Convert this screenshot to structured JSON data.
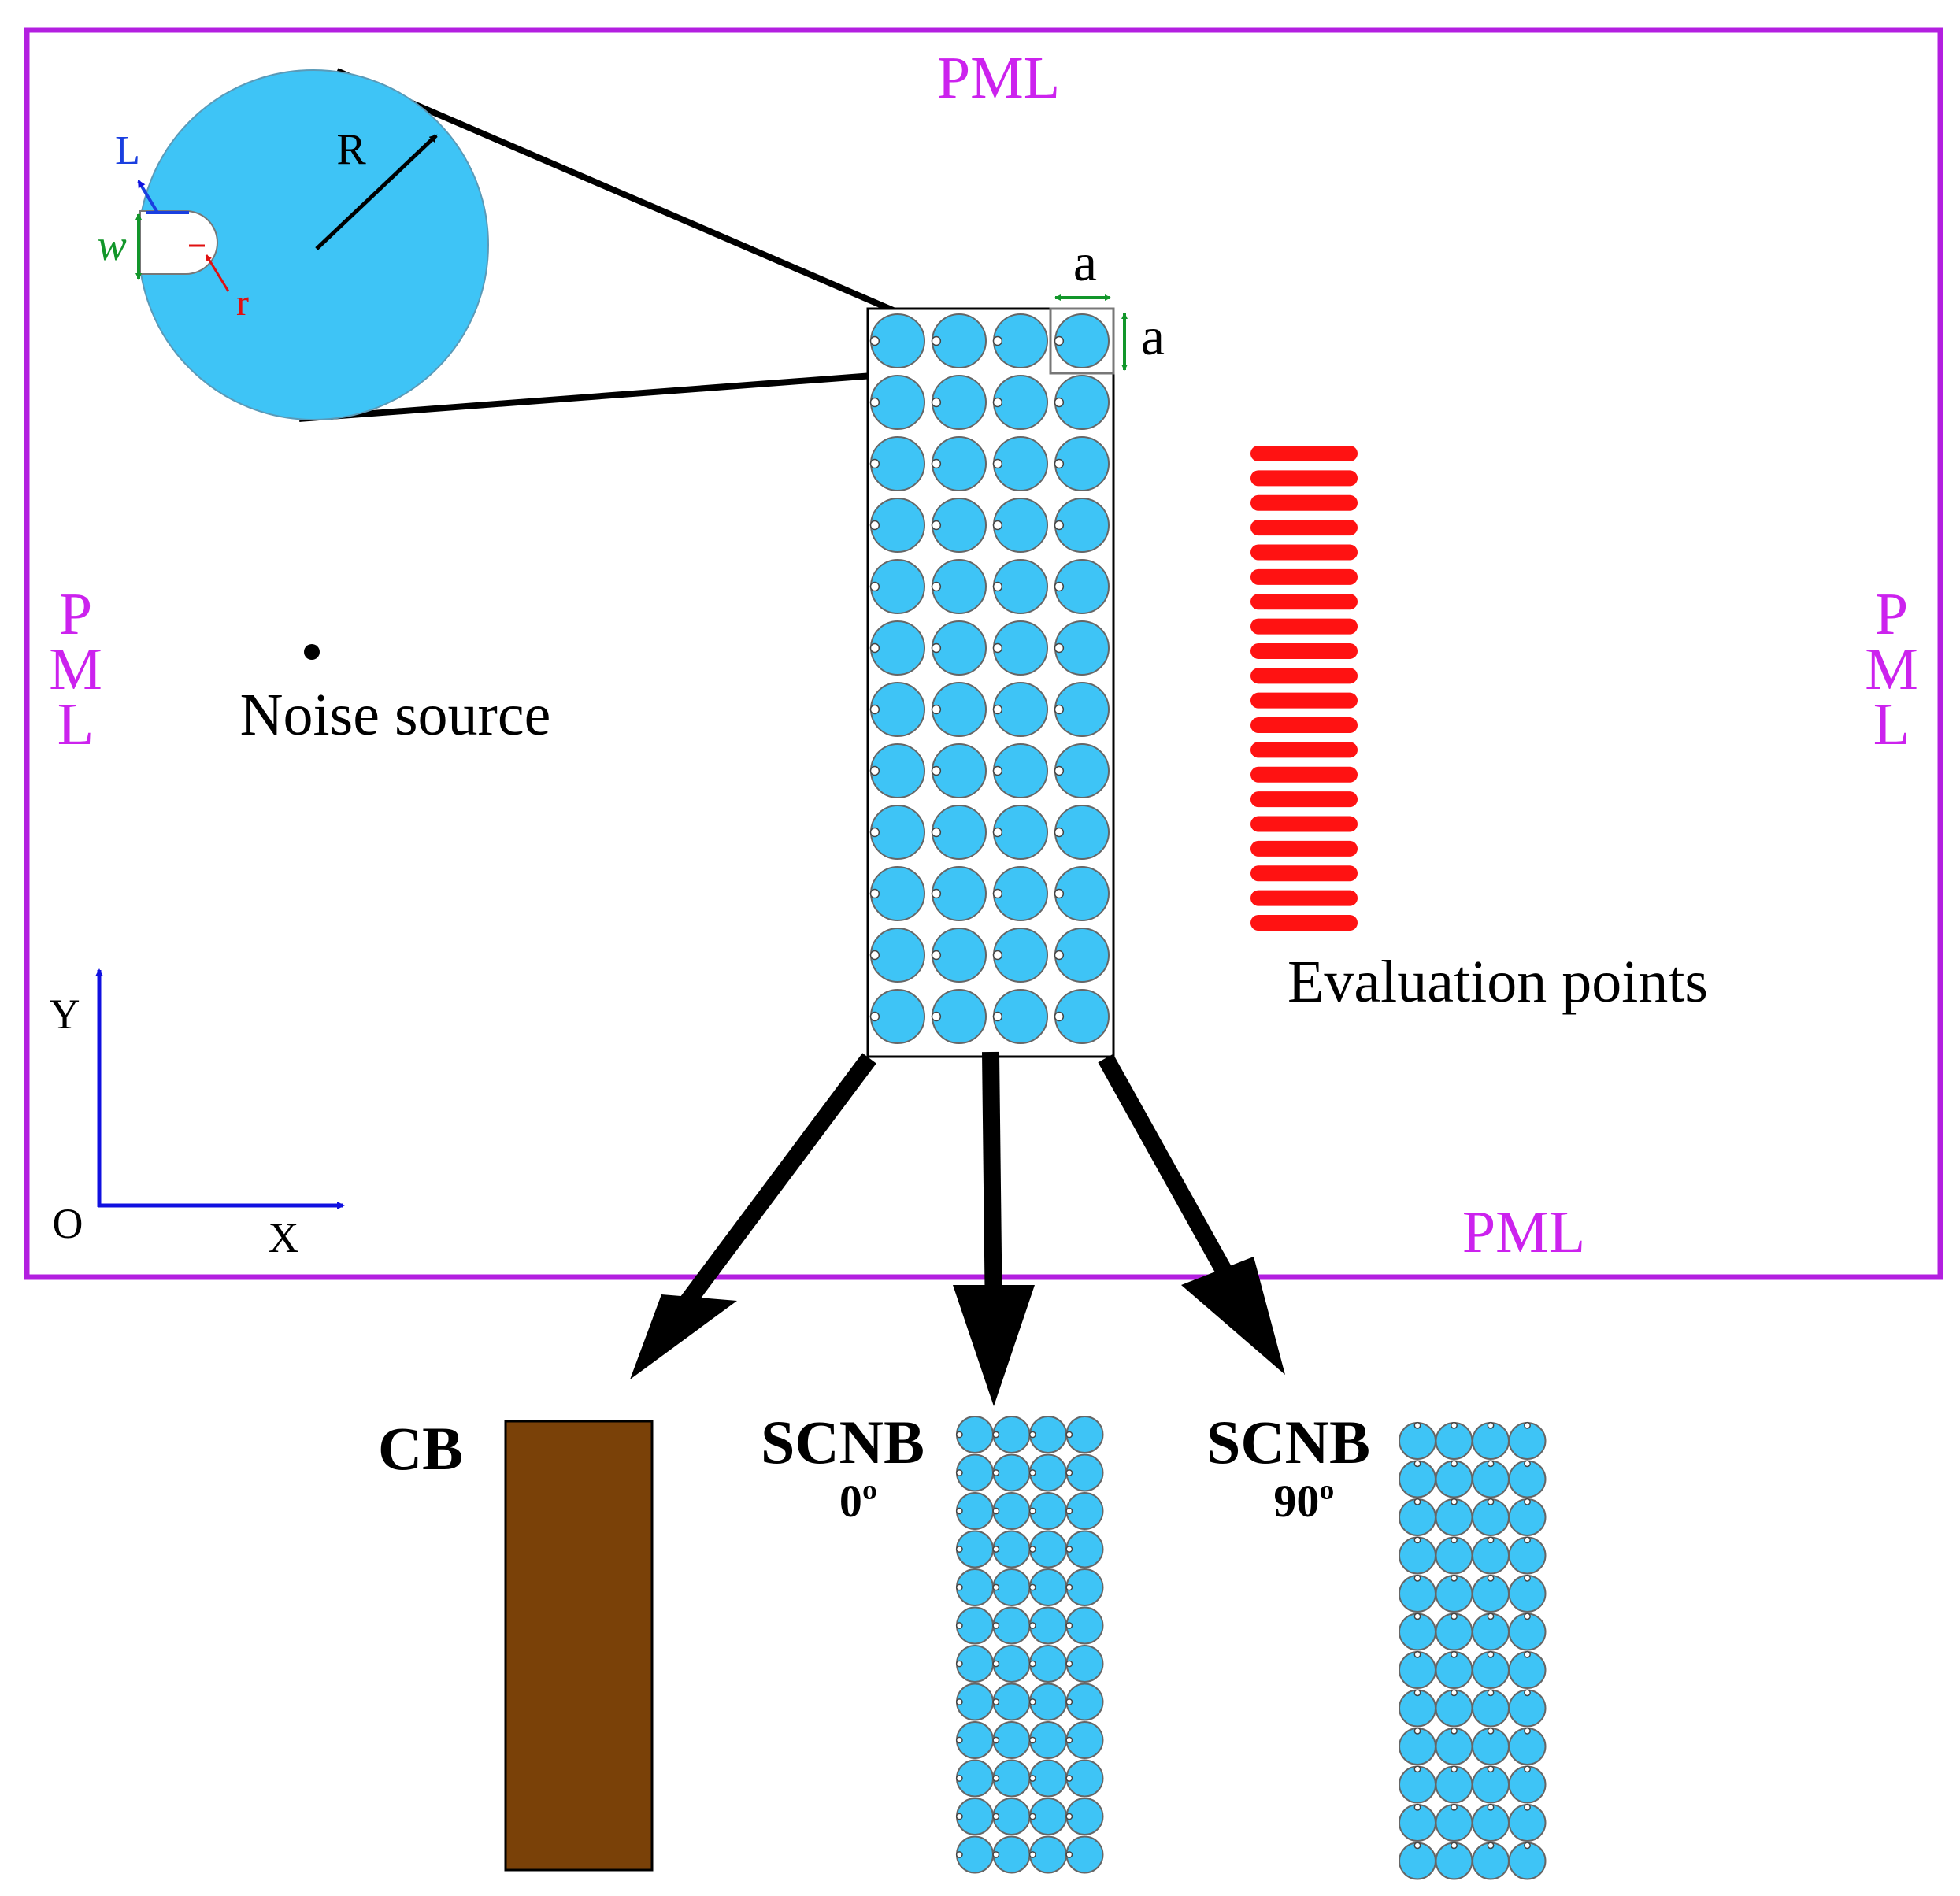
{
  "domain_labels": {
    "pml_top": "PML",
    "pml_bottom": "PML",
    "pml_left": [
      "P",
      "M",
      "L"
    ],
    "pml_right": [
      "P",
      "M",
      "L"
    ]
  },
  "source": {
    "label": "Noise source"
  },
  "evaluation": {
    "label": "Evaluation points",
    "rows": 20
  },
  "barrier": {
    "rows": 12,
    "cols": 4
  },
  "unit_cell": {
    "R": "R",
    "r": "r",
    "w": "w",
    "L": "L"
  },
  "lattice": {
    "a_horizontal": "a",
    "a_vertical": "a"
  },
  "axes": {
    "origin": "O",
    "x": "X",
    "y": "Y"
  },
  "configurations": {
    "cb": {
      "label": "CB"
    },
    "scnb_0": {
      "label": "SCNB",
      "angle": "0º",
      "rows": 12,
      "cols": 4
    },
    "scnb_90": {
      "label": "SCNB",
      "angle": "90º",
      "rows": 12,
      "cols": 4
    }
  },
  "colors": {
    "pml_border": "#b31fe0",
    "pml_text": "#cc22ee",
    "scatterer": "#3ec4f6",
    "evaluation": "#ff1212",
    "cb_fill": "#7a4108",
    "axis": "#1010e0",
    "dim_green": "#12962a",
    "dim_red": "#e01010",
    "dim_blue": "#1a3fe0"
  }
}
